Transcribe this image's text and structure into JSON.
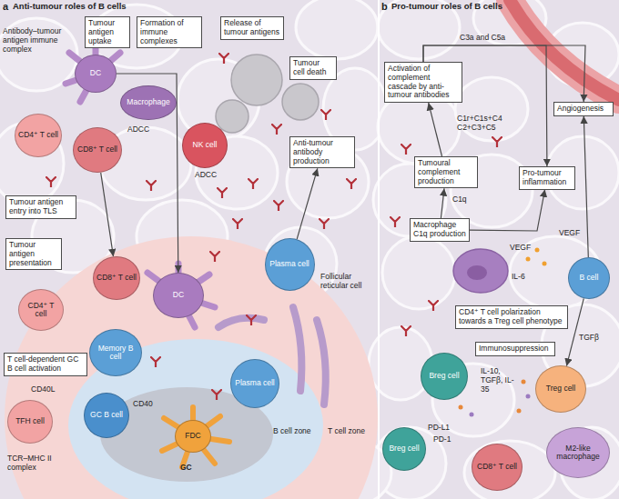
{
  "diagram": {
    "nodes": [
      {
        "text": [
          "DC"
        ]
      },
      {
        "text": [
          "CD4⁺ T cell"
        ]
      },
      {
        "text": [
          "CD8⁺ T cell"
        ]
      },
      {
        "text": [
          "Macrophage"
        ]
      },
      {
        "text": [
          "NK cell"
        ]
      },
      {
        "text": [
          "CD8⁺ T cell"
        ]
      },
      {
        "text": [
          "CD4⁺ T cell"
        ]
      },
      {
        "text": [
          "DC"
        ]
      },
      {
        "text": [
          "Memory B cell"
        ]
      },
      {
        "text": [
          "Plasma cell"
        ]
      },
      {
        "text": [
          "TFH cell"
        ]
      },
      {
        "text": [
          "GC B cell"
        ]
      },
      {
        "text": [
          "FDC"
        ]
      },
      {
        "text": [
          "Plasma cell"
        ]
      },
      {
        "text": [
          "Tumour antigen uptake"
        ]
      },
      {
        "text": [
          "Formation of immune complexes"
        ]
      },
      {
        "text": [
          "Release of tumour antigens"
        ]
      },
      {
        "text": [
          "Tumour cell death"
        ]
      },
      {
        "text": [
          "Anti-tumour antibody production"
        ]
      },
      {
        "text": [
          "Tumour antigen entry into TLS"
        ]
      },
      {
        "text": [
          "Tumour antigen presentation"
        ]
      },
      {
        "text": [
          "T cell-dependent GC B cell activation"
        ]
      },
      {
        "text": [
          "Activation of complement cascade by anti-tumour antibodies"
        ]
      },
      {
        "text": [
          "Tumoural complement production"
        ]
      },
      {
        "text": [
          "Angiogenesis"
        ]
      },
      {
        "text": [
          "Pro-tumour inflammation"
        ]
      },
      {
        "text": [
          "Macrophage C1q production"
        ]
      },
      {
        "text": [
          "B cell"
        ]
      },
      {
        "text": [
          "CD4⁺ T cell polarization towards a Treg cell phenotype"
        ]
      },
      {
        "text": [
          "Immunosuppression"
        ]
      },
      {
        "text": [
          "Breg cell"
        ]
      },
      {
        "text": [
          "Treg cell"
        ]
      },
      {
        "text": [
          "Breg cell"
        ]
      },
      {
        "text": [
          "CD8⁺ T cell"
        ]
      },
      {
        "text": [
          "M2-like macrophage"
        ]
      }
    ],
    "edges": [
      {
        "from": 0,
        "to": 7,
        "arrow": "to"
      },
      {
        "from": 2,
        "to": 5,
        "arrow": "to"
      },
      {
        "from": 9,
        "to": 18,
        "arrow": "to"
      },
      {
        "from": 23,
        "to": 22,
        "arrow": "to"
      },
      {
        "from": 22,
        "to": 24,
        "arrow": "to"
      },
      {
        "from": 22,
        "to": 25,
        "arrow": "to"
      },
      {
        "from": 26,
        "to": 25,
        "arrow": "to"
      },
      {
        "from": 26,
        "to": 23,
        "arrow": "to"
      },
      {
        "from": 27,
        "to": 24,
        "arrow": "to"
      },
      {
        "from": 27,
        "to": 31,
        "arrow": "to"
      }
    ],
    "labels": [
      "a",
      "Anti-tumour roles of B cells",
      "Antibody–tumour antigen immune complex",
      "ADCC",
      "ADCC",
      "CD40L",
      "CD40",
      "TCR–MHC II complex",
      "Follicular reticular cell",
      "GC",
      "B cell zone",
      "T cell zone",
      "b",
      "Pro-tumour roles of B cells",
      "C3a and C5a",
      "C1r+C1s+C4 C2+C3+C5",
      "C1q",
      "VEGF",
      "IL-6",
      "VEGF",
      "TGFβ",
      "IL-10, TGFβ, IL-35",
      "PD-L1",
      "PD-1"
    ]
  }
}
